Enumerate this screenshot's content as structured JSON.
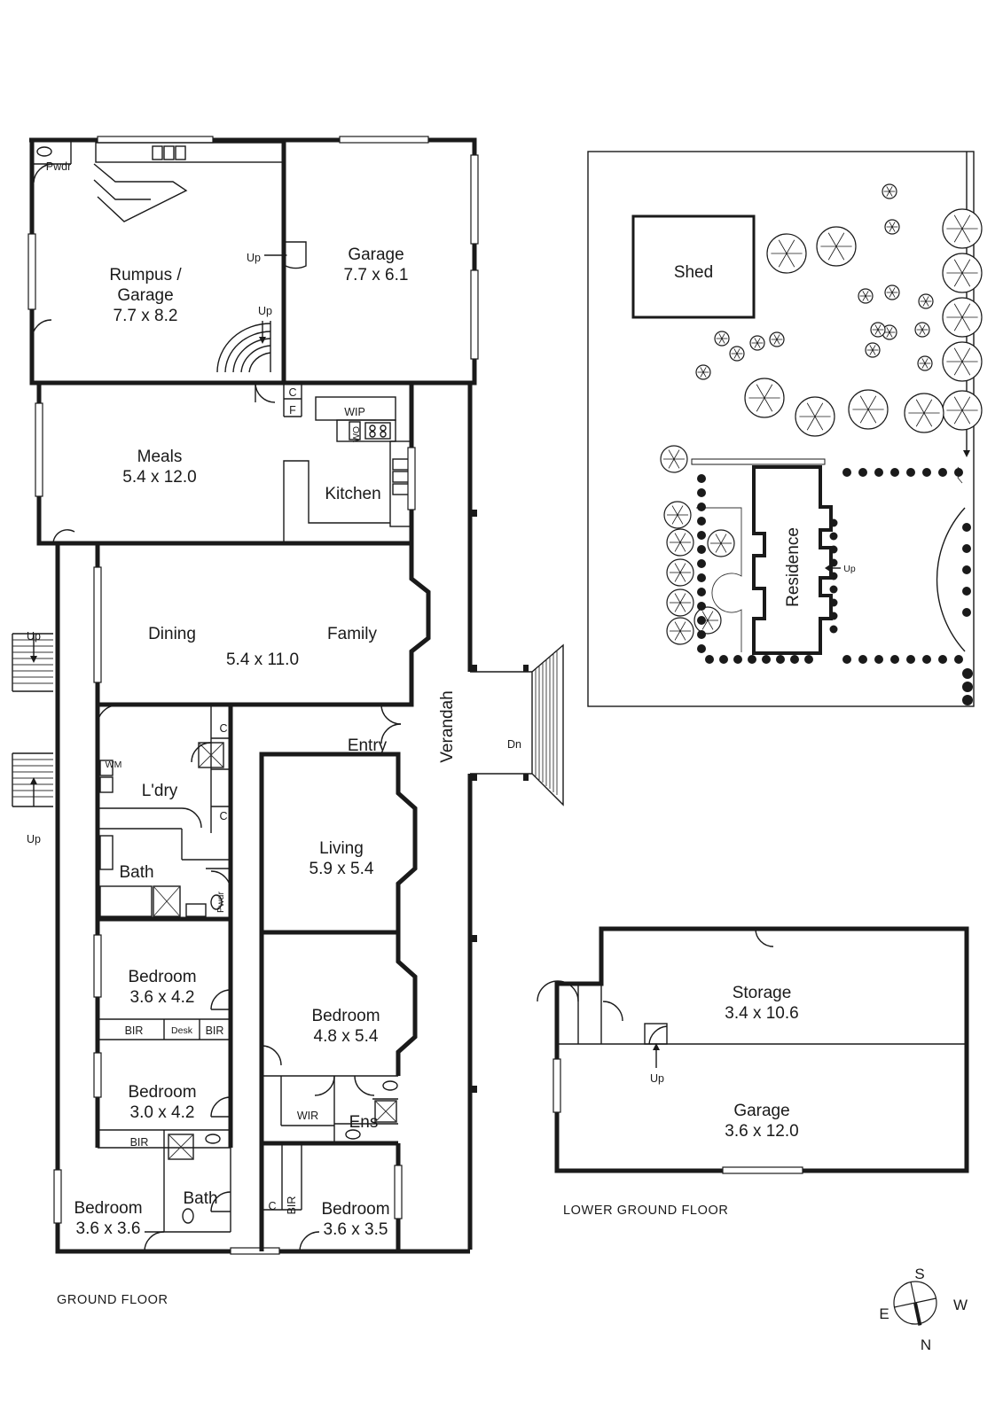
{
  "floors": {
    "ground": "GROUND FLOOR",
    "lower": "LOWER GROUND FLOOR"
  },
  "rooms": {
    "rumpus": [
      "Rumpus /",
      "Garage",
      "7.7 x 8.2"
    ],
    "garage_upper": [
      "Garage",
      "7.7 x 6.1"
    ],
    "meals": [
      "Meals",
      "5.4 x 12.0"
    ],
    "kitchen": "Kitchen",
    "dining": "Dining",
    "family": "Family",
    "dining_family_size": "5.4 x 11.0",
    "entry": "Entry",
    "verandah": "Verandah",
    "laundry": "L'dry",
    "bath1": "Bath",
    "bath2": "Bath",
    "living": [
      "Living",
      "5.9 x 5.4"
    ],
    "bedroom_a": [
      "Bedroom",
      "3.6 x 4.2"
    ],
    "bedroom_b": [
      "Bedroom",
      "4.8 x 5.4"
    ],
    "bedroom_c": [
      "Bedroom",
      "3.0 x 4.2"
    ],
    "bedroom_d": [
      "Bedroom",
      "3.6 x 3.6"
    ],
    "bedroom_e": [
      "Bedroom",
      "3.6 x 3.5"
    ],
    "ens": "Ens",
    "storage": [
      "Storage",
      "3.4 x 10.6"
    ],
    "garage_lower": [
      "Garage",
      "3.6 x 12.0"
    ]
  },
  "fixtures": {
    "pwdr": "Pwdr",
    "c": "C",
    "f": "F",
    "wip": "WIP",
    "wo": "WO",
    "wm": "WM",
    "bir": "BIR",
    "desk": "Desk",
    "wir": "WIR"
  },
  "stairs": {
    "up": "Up",
    "dn": "Dn"
  },
  "site": {
    "shed": "Shed",
    "residence": "Residence",
    "up": "Up"
  },
  "compass": {
    "s": "S",
    "w": "W",
    "e": "E",
    "n": "N"
  }
}
